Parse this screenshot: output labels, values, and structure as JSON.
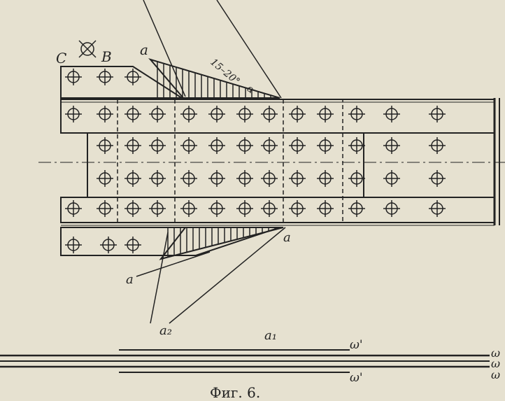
{
  "figure": {
    "caption": "Фиг. 6.",
    "labels": {
      "C": "C",
      "B": "B",
      "a_top": "a",
      "angle": "15–20°",
      "alpha": "α",
      "a_right": "a",
      "a_left": "a",
      "a2": "a₂",
      "a1": "a₁",
      "w_prime_top": "ω'",
      "w_prime_bottom": "ω'",
      "w1": "ω",
      "w2": "ω",
      "w3": "ω"
    }
  }
}
